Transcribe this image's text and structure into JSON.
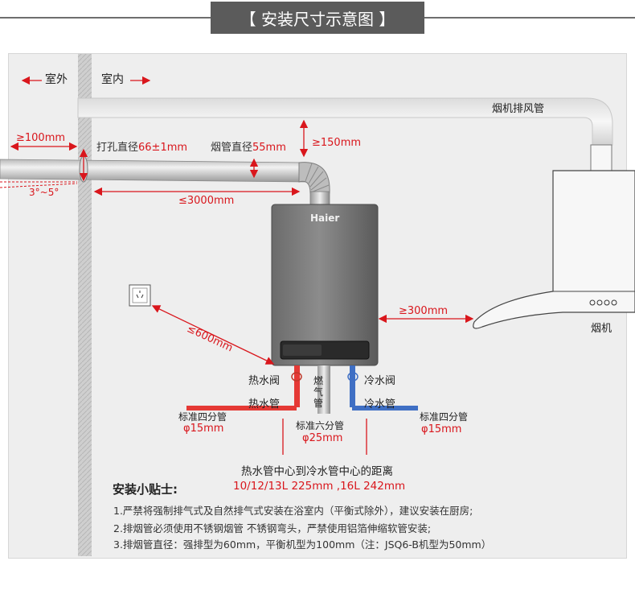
{
  "header": {
    "title": "【 安装尺寸示意图 】"
  },
  "labels": {
    "outdoor": "室外",
    "indoor": "室内",
    "hood_duct": "烟机排风管",
    "wall_gap": "≥100mm",
    "hole_diameter_label": "打孔直径",
    "hole_diameter_value": "66±1mm",
    "pipe_diameter_label": "烟管直径",
    "pipe_diameter_value": "55mm",
    "top_clearance": "≥150mm",
    "slope": "3°~5°",
    "pipe_length": "≤3000mm",
    "brand": "Haier",
    "socket_distance": "≤600mm",
    "hood_clearance": "≥300mm",
    "range_hood": "烟机",
    "hot_valve": "热水阀",
    "hot_pipe": "热水管",
    "gas_pipe": "燃气管",
    "cold_valve": "冷水阀",
    "cold_pipe": "冷水管",
    "left_pipe_spec": "标准四分管",
    "left_pipe_size": "φ15mm",
    "mid_pipe_spec": "标准六分管",
    "mid_pipe_size": "φ25mm",
    "right_pipe_spec": "标准四分管",
    "right_pipe_size": "φ15mm",
    "center_distance_title": "热水管中心到冷水管中心的距离",
    "center_distance_value": "10/12/13L 225mm ,16L 242mm"
  },
  "tips": {
    "title": "安装小贴士:",
    "items": [
      "1.严禁将强制排气式及自然排气式安装在浴室内（平衡式除外），建议安装在厨房;",
      "2.排烟管必须使用不锈钢烟管 不锈钢弯头，严禁使用铝箔伸缩软管安装;",
      "3.排烟管直径：强排型为60mm，平衡机型为100mm（注：JSQ6-B机型为50mm）"
    ]
  },
  "colors": {
    "accent_red": "#d9161c",
    "hot_pipe": "#e53935",
    "cold_pipe": "#3f6fc4",
    "header_bg": "#5b5b5b",
    "panel_bg": "#eeeeee"
  },
  "icons": [
    "power-socket-icon",
    "range-hood-icon",
    "water-heater-icon"
  ]
}
